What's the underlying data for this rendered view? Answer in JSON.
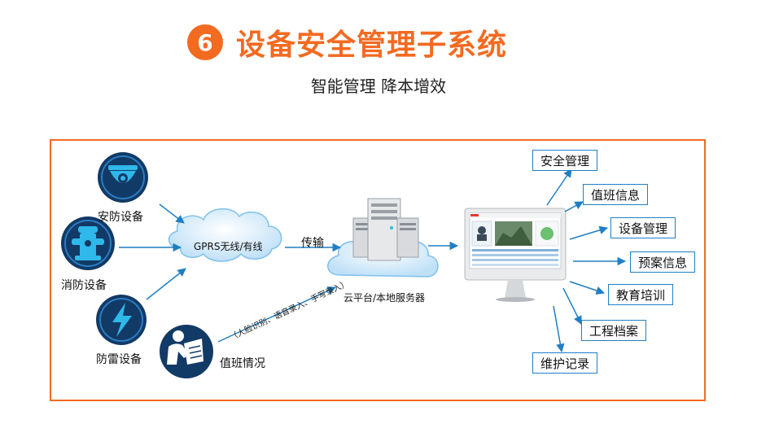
{
  "header": {
    "number": "6",
    "title": "设备安全管理子系统",
    "subtitle": "智能管理 降本增效"
  },
  "devices": [
    {
      "label": "安防设备",
      "icon": "security-camera-icon"
    },
    {
      "label": "消防设备",
      "icon": "fire-hydrant-icon"
    },
    {
      "label": "防雷设备",
      "icon": "lightning-icon"
    }
  ],
  "duty": {
    "label": "值班情况",
    "icon": "reading-person-icon",
    "note": "（人脸识别、语音录入、手写录入）"
  },
  "network": {
    "label": "GPRS无线/有线"
  },
  "transfer": {
    "label": "传输"
  },
  "server": {
    "label": "云平台/本地服务器"
  },
  "modules": [
    "安全管理",
    "值班信息",
    "设备管理",
    "预案信息",
    "教育培训",
    "工程档案",
    "维护记录"
  ],
  "colors": {
    "accent": "#f36a21",
    "dark_blue": "#123a66",
    "line_blue": "#1f7fc4"
  }
}
